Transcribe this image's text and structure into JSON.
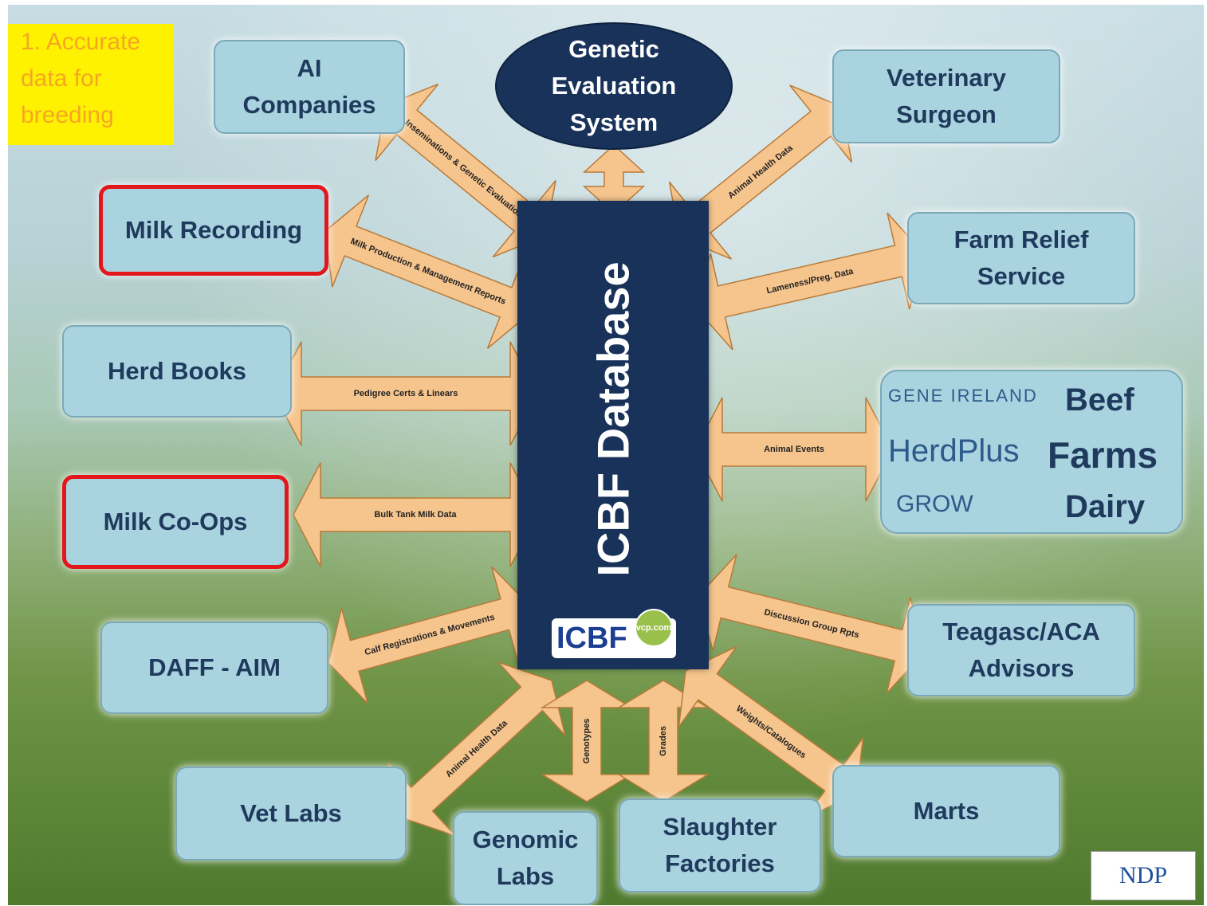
{
  "note": "1. Accurate\ndata for\nbreeding",
  "center": {
    "title": "ICBF Database",
    "logo_text": "ICBF",
    "logo_sub": "vcp.com"
  },
  "genetic_evaluation": "Genetic\nEvaluation\nSystem",
  "nodes": {
    "ai_companies": "AI\nCompanies",
    "veterinary_surgeon": "Veterinary\nSurgeon",
    "milk_recording": "Milk Recording",
    "farm_relief": "Farm Relief\nService",
    "herd_books": "Herd Books",
    "milk_coops": "Milk Co-Ops",
    "daff_aim": "DAFF  - AIM",
    "teagasc": "Teagasc/ACA\nAdvisors",
    "vet_labs": "Vet Labs",
    "genomic_labs": "Genomic\nLabs",
    "slaughter": "Slaughter\nFactories",
    "marts": "Marts"
  },
  "farms_box": {
    "orgs": [
      "GENE IRELAND",
      "HerdPlus",
      "GROW"
    ],
    "categories": [
      "Beef",
      "Farms",
      "Dairy"
    ]
  },
  "arrow_labels": {
    "ai": "Inseminations & Genetic Evaluations",
    "vet_surgeon": "Animal Health Data",
    "milk_recording": "Milk Production & Management Reports",
    "farm_relief": "Lameness/Preg. Data",
    "herd_books": "Pedigree Certs & Linears",
    "farms": "Animal Events",
    "milk_coops": "Bulk Tank Milk Data",
    "daff": "Calf Registrations & Movements",
    "teagasc": "Discussion Group Rpts",
    "vet_labs": "Animal Health Data",
    "genomic": "Genotypes",
    "slaughter": "Grades",
    "marts": "Weights/Catalogues"
  },
  "footer_logo": "NDP"
}
